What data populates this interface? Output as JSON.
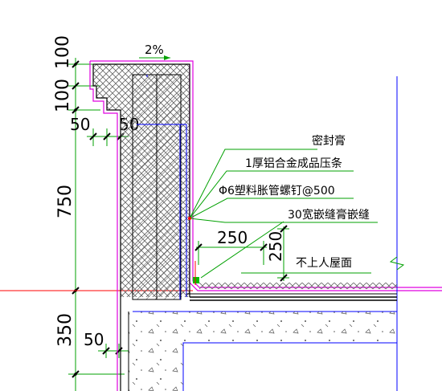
{
  "slope_label": "2%",
  "dimensions": {
    "top_100_a": "100",
    "top_100_b": "100",
    "step_50_left": "50",
    "step_50_right": "50",
    "height_750": "750",
    "height_350": "350",
    "bottom_50": "50",
    "inner_250_h": "250",
    "inner_250_v": "250"
  },
  "annotations": {
    "sealant": "密封膏",
    "aluminum_strip": "1厚铝合金成品压条",
    "plastic_nail": "Φ6塑料胀管螺钉@500",
    "groove": "30宽嵌缝膏嵌缝",
    "roof_type": "不上人屋面"
  },
  "colors": {
    "green": "#00a000",
    "magenta": "#e000e0",
    "blue": "#0000ff",
    "red": "#ff0000",
    "hatch": "#555555"
  }
}
